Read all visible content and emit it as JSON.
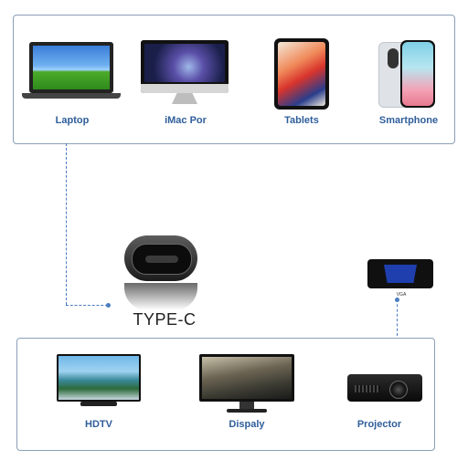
{
  "top_devices": [
    {
      "label": "Laptop"
    },
    {
      "label": "iMac Por"
    },
    {
      "label": "Tablets"
    },
    {
      "label": "Smartphone"
    }
  ],
  "connector": {
    "label": "TYPE-C"
  },
  "adapter": {
    "label": "VGA"
  },
  "bottom_devices": [
    {
      "label": "HDTV"
    },
    {
      "label": "Dispaly"
    },
    {
      "label": "Projector"
    }
  ],
  "colors": {
    "label": "#2f5e9a",
    "panel_border": "#8aa0b6",
    "connector_line": "#4a7cc0"
  }
}
